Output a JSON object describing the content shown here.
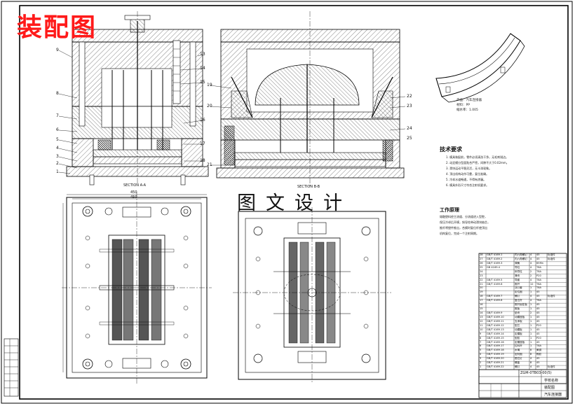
{
  "title_red": "装配图",
  "title_center": "图文设计",
  "section_labels": {
    "aa": "SECTION A-A",
    "bb": "SECTION B-B"
  },
  "dimensions": {
    "d1": "450",
    "d2": "450"
  },
  "part_info": [
    "产品：汽车连接器",
    "材料：PP",
    "缩水率：1.005"
  ],
  "tech_req_title": "技术要求",
  "tech_req_lines": [
    "1. 模具装配前，零件必须清洗干净，无毛刺锐边。",
    "2. 动定模分型面贴合严密，间隙不大于0.02mm。",
    "3. 滑块运动平稳灵活，无卡滞现象。",
    "4. 顶出机构动作可靠，复位准确。",
    "5. 冷却水道畅通，不得有渗漏。",
    "6. 模具外形尺寸符合注射机要求。"
  ],
  "work_principle_title": "工作原理",
  "work_principle_lines": [
    "熔融塑料经主流道、分流道进入型腔，",
    "保压冷却后开模，斜导柱带动滑块抽芯，",
    "推杆将塑件推出，合模时复位杆使顶出",
    "机构复位，完成一个注射周期。"
  ],
  "callouts_left": [
    "1",
    "2",
    "3",
    "4",
    "5",
    "6",
    "7",
    "8",
    "9"
  ],
  "callouts_right": [
    "13",
    "14",
    "15",
    "16",
    "17",
    "18"
  ],
  "callouts_mid": [
    "19",
    "20",
    "21",
    "22",
    "23",
    "24",
    "25"
  ],
  "bom_rows": [
    [
      "28",
      "GB/T 4169.1",
      "内六角螺钉",
      "4",
      "45",
      "",
      "标准件"
    ],
    [
      "27",
      "GB/T 4169.2",
      "内六角螺钉",
      "4",
      "45",
      "",
      "标准件"
    ],
    [
      "26",
      "GB/T 4169.3",
      "弹簧",
      "4",
      "65Mn",
      "",
      ""
    ],
    [
      "25",
      "GB 4169.4",
      "导柱",
      "4",
      "T8A",
      "",
      ""
    ],
    [
      "24",
      "",
      "斜导柱",
      "2",
      "T8A",
      "",
      ""
    ],
    [
      "23",
      "",
      "滑块",
      "2",
      "P20",
      "",
      ""
    ],
    [
      "22",
      "GB/T 4169.5",
      "导套",
      "4",
      "T8A",
      "",
      ""
    ],
    [
      "21",
      "GB/T 4169.6",
      "推杆",
      "12",
      "T8A",
      "",
      ""
    ],
    [
      "20",
      "",
      "浇口套",
      "1",
      "T8A",
      "",
      ""
    ],
    [
      "19",
      "",
      "定位圈",
      "1",
      "45",
      "",
      ""
    ],
    [
      "18",
      "GB/T 4169.7",
      "螺钉",
      "4",
      "45",
      "",
      "标准件"
    ],
    [
      "17",
      "GB/T 4169.8",
      "复位杆",
      "4",
      "T8A",
      "",
      ""
    ],
    [
      "16",
      "",
      "推杆固定板",
      "1",
      "45",
      "",
      ""
    ],
    [
      "15",
      "",
      "推板",
      "1",
      "45",
      "",
      ""
    ],
    [
      "14",
      "GB/T 4169.9",
      "垫块",
      "2",
      "45",
      "",
      ""
    ],
    [
      "13",
      "GB/T 4169.10",
      "动模座板",
      "1",
      "45",
      "",
      ""
    ],
    [
      "12",
      "GB/T 4169.11",
      "支承板",
      "1",
      "45",
      "",
      ""
    ],
    [
      "11",
      "GB/T 4169.12",
      "型芯",
      "1",
      "P20",
      "",
      ""
    ],
    [
      "10",
      "GB/T 4169.13",
      "动模板",
      "1",
      "45",
      "",
      ""
    ],
    [
      "9",
      "GB/T 4169.14",
      "定模板",
      "1",
      "45",
      "",
      ""
    ],
    [
      "8",
      "GB/T 4169.15",
      "型腔",
      "1",
      "P20",
      "",
      ""
    ],
    [
      "7",
      "GB/T 4169.16",
      "定模座板",
      "1",
      "45",
      "",
      ""
    ],
    [
      "6",
      "GB/T 4169.17",
      "拉料杆",
      "1",
      "T8A",
      "",
      ""
    ],
    [
      "5",
      "GB/T 4169.18",
      "水嘴",
      "8",
      "黄铜",
      "",
      ""
    ],
    [
      "4",
      "GB/T 4169.19",
      "密封圈",
      "8",
      "橡胶",
      "",
      ""
    ],
    [
      "3",
      "GB/T 4169.20",
      "限位钉",
      "4",
      "45",
      "",
      ""
    ],
    [
      "2",
      "GB/T 4169.21",
      "螺塞",
      "8",
      "45",
      "",
      ""
    ],
    [
      "1",
      "GB/T 4169.22",
      "螺钉",
      "4",
      "45",
      "",
      "标准件"
    ]
  ],
  "title_block": {
    "drawing_no": "ZGM-0TB03-00(5)",
    "school": "学校名称",
    "name": "装配图",
    "product": "汽车连接器"
  }
}
